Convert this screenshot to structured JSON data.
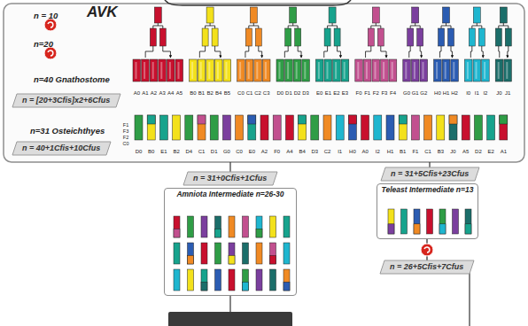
{
  "diagram": {
    "title": "AVK",
    "nodes": [
      {
        "text": [
          "n = [20+3Cfis]x2+6Cfus"
        ]
      },
      {
        "text": [
          "n = 40+1Cfis+10Cfus"
        ]
      },
      {
        "text": [
          "n = 31+0Cfis+1Cfus"
        ]
      },
      {
        "text": [
          "Amniota Intermediate n=26-30"
        ]
      },
      {
        "text": [
          "n = 31+5Cfis+23Cfus"
        ]
      },
      {
        "text": [
          "Teleast Intermediate n=13"
        ]
      },
      {
        "text": [
          "n = 26+5Cfis+7Cfus"
        ]
      }
    ],
    "edges": [
      {
        "from": 5,
        "to": 6,
        "arrow": "none"
      }
    ],
    "labels": [
      "n = 10",
      "n=20",
      "n=40 Gnathostome",
      "n=31 Osteichthyes",
      "A0",
      "A1",
      "A2",
      "A3",
      "A4",
      "A5",
      "B0",
      "B1",
      "B2",
      "B4",
      "B5",
      "C0",
      "C1",
      "C2",
      "C3",
      "D0",
      "D1",
      "D2",
      "D3",
      "E0",
      "E1",
      "E2",
      "E3",
      "F0",
      "F1",
      "F2",
      "F3",
      "F4",
      "G0",
      "G1",
      "G2",
      "H0",
      "H1",
      "H2",
      "I0",
      "I1",
      "I2",
      "J0",
      "J1",
      "F1",
      "F3",
      "F2",
      "C0",
      "D0",
      "B0",
      "E1",
      "B2",
      "D4",
      "C1",
      "D1",
      "G0",
      "C0",
      "E0",
      "A2",
      "F0",
      "A4",
      "B4",
      "D3",
      "C2",
      "I1",
      "H0",
      "A0",
      "I2",
      "H1",
      "B1",
      "F1",
      "C1",
      "B3",
      "J0",
      "A5",
      "D2",
      "E2",
      "A1"
    ]
  }
}
